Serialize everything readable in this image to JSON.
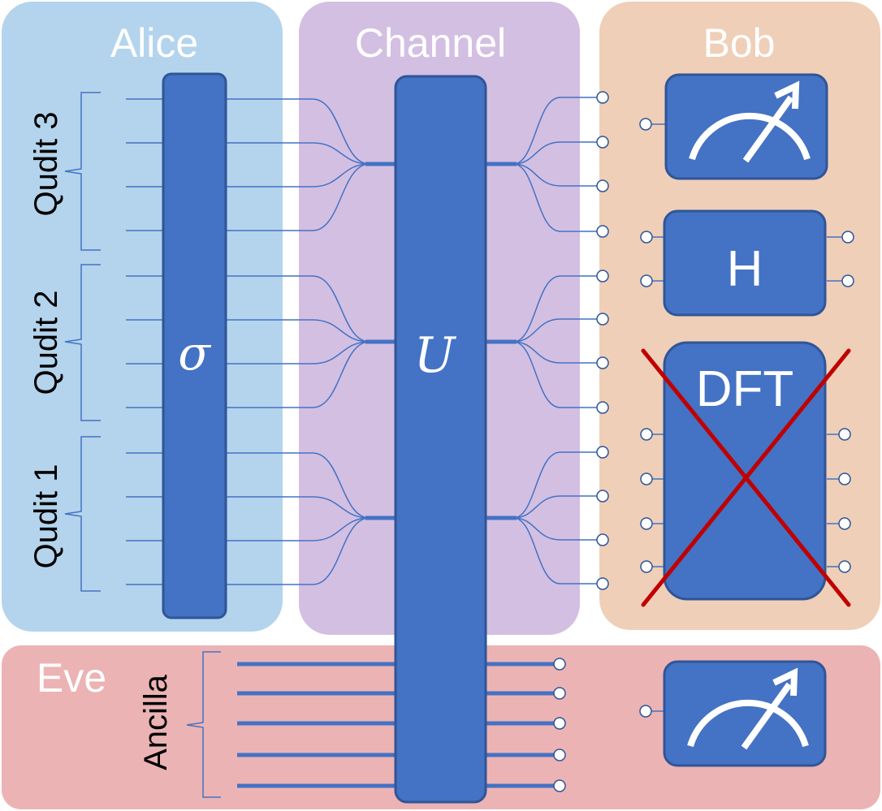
{
  "regions": {
    "alice": {
      "title": "Alice",
      "color": "#b3d4ec"
    },
    "channel": {
      "title": "Channel",
      "color": "#d3bfe2"
    },
    "bob": {
      "title": "Bob",
      "color": "#efcfb8"
    },
    "eve": {
      "title": "Eve",
      "color": "#ecb3b4"
    }
  },
  "qudits": [
    {
      "label": "Qudit 3"
    },
    {
      "label": "Qudit 2"
    },
    {
      "label": "Qudit 1"
    }
  ],
  "ancilla": {
    "label": "Ancilla"
  },
  "gates": {
    "sigma": {
      "symbol": "σ"
    },
    "unitary": {
      "symbol": "U"
    },
    "hadamard": {
      "label": "H"
    },
    "dft": {
      "label": "DFT"
    }
  },
  "colors": {
    "gate_fill": "#4472c4",
    "gate_stroke": "#2f5597",
    "wire": "#4472c4",
    "cross": "#c00000"
  },
  "icons": {
    "bob_measure": "meter-icon",
    "eve_measure": "meter-icon",
    "dft_cross": "cross-out-icon"
  }
}
